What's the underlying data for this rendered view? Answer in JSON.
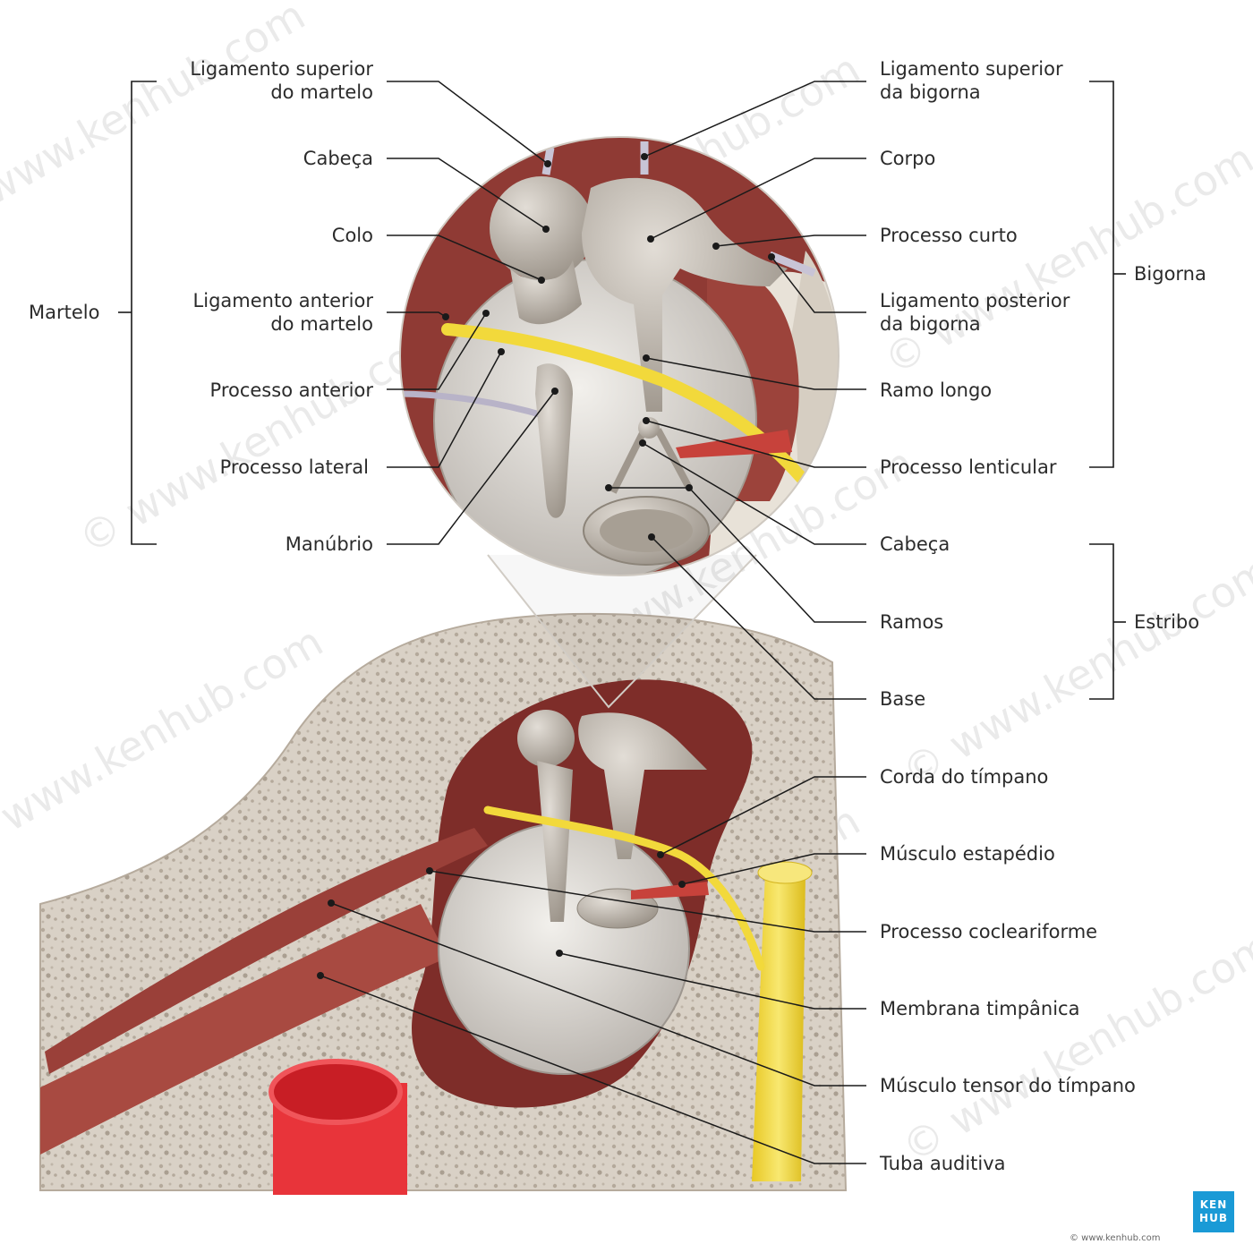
{
  "labels": {
    "martelo_group": "Martelo",
    "bigorna_group": "Bigorna",
    "estribo_group": "Estribo",
    "lig_sup_martelo_1": "Ligamento superior",
    "lig_sup_martelo_2": "do martelo",
    "cabeca_martelo": "Cabeça",
    "colo": "Colo",
    "lig_ant_martelo_1": "Ligamento anterior",
    "lig_ant_martelo_2": "do martelo",
    "processo_anterior": "Processo anterior",
    "processo_lateral": "Processo lateral",
    "manubrio": "Manúbrio",
    "lig_sup_bigorna_1": "Ligamento superior",
    "lig_sup_bigorna_2": "da bigorna",
    "corpo": "Corpo",
    "processo_curto": "Processo curto",
    "lig_post_bigorna_1": "Ligamento posterior",
    "lig_post_bigorna_2": "da bigorna",
    "ramo_longo": "Ramo longo",
    "processo_lenticular": "Processo lenticular",
    "cabeca_estribo": "Cabeça",
    "ramos": "Ramos",
    "base": "Base",
    "corda_do_timpano": "Corda do tímpano",
    "musculo_estapedio": "Músculo estapédio",
    "processo_cocleariforme": "Processo cocleariforme",
    "membrana_timpanica": "Membrana timpânica",
    "musculo_tensor": "Músculo tensor do tímpano",
    "tuba_auditiva": "Tuba auditiva"
  },
  "watermark": "© www.kenhub.com",
  "logo": {
    "line1": "KEN",
    "line2": "HUB"
  },
  "credit": "© www.kenhub.com",
  "colors": {
    "bone": "#b9b1a7",
    "bone_light": "#d8d2c8",
    "muscle": "#8e3b35",
    "muscle_light": "#b5554c",
    "nerve": "#f2d93b",
    "membrane": "#d9d6d2",
    "artery": "#e8343a",
    "cavity": "#7b2c28",
    "brand": "#1a9ad6"
  }
}
